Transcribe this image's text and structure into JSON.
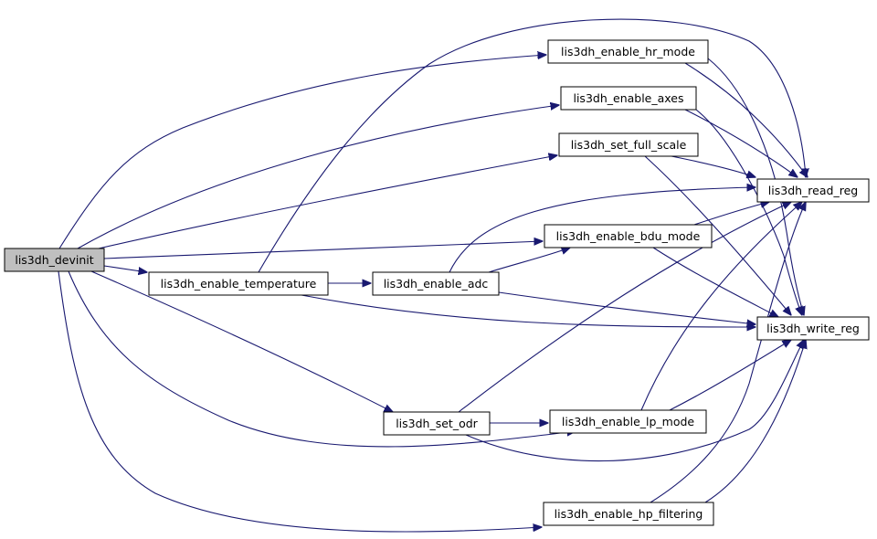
{
  "graph": {
    "nodes": {
      "devinit": "lis3dh_devinit",
      "enable_temperature": "lis3dh_enable_temperature",
      "enable_adc": "lis3dh_enable_adc",
      "enable_hr_mode": "lis3dh_enable_hr_mode",
      "enable_axes": "lis3dh_enable_axes",
      "set_full_scale": "lis3dh_set_full_scale",
      "enable_bdu_mode": "lis3dh_enable_bdu_mode",
      "read_reg": "lis3dh_read_reg",
      "write_reg": "lis3dh_write_reg",
      "set_odr": "lis3dh_set_odr",
      "enable_lp_mode": "lis3dh_enable_lp_mode",
      "enable_hp_filtering": "lis3dh_enable_hp_filtering"
    },
    "edges": [
      [
        "devinit",
        "enable_hr_mode"
      ],
      [
        "devinit",
        "enable_axes"
      ],
      [
        "devinit",
        "set_full_scale"
      ],
      [
        "devinit",
        "enable_bdu_mode"
      ],
      [
        "devinit",
        "enable_temperature"
      ],
      [
        "devinit",
        "set_odr"
      ],
      [
        "devinit",
        "enable_lp_mode"
      ],
      [
        "devinit",
        "enable_hp_filtering"
      ],
      [
        "enable_temperature",
        "enable_adc"
      ],
      [
        "enable_temperature",
        "read_reg"
      ],
      [
        "enable_temperature",
        "write_reg"
      ],
      [
        "enable_adc",
        "enable_bdu_mode"
      ],
      [
        "enable_adc",
        "read_reg"
      ],
      [
        "enable_adc",
        "write_reg"
      ],
      [
        "enable_hr_mode",
        "read_reg"
      ],
      [
        "enable_hr_mode",
        "write_reg"
      ],
      [
        "enable_axes",
        "read_reg"
      ],
      [
        "enable_axes",
        "write_reg"
      ],
      [
        "set_full_scale",
        "read_reg"
      ],
      [
        "set_full_scale",
        "write_reg"
      ],
      [
        "enable_bdu_mode",
        "read_reg"
      ],
      [
        "enable_bdu_mode",
        "write_reg"
      ],
      [
        "set_odr",
        "enable_lp_mode"
      ],
      [
        "set_odr",
        "read_reg"
      ],
      [
        "set_odr",
        "write_reg"
      ],
      [
        "enable_lp_mode",
        "read_reg"
      ],
      [
        "enable_lp_mode",
        "write_reg"
      ],
      [
        "enable_hp_filtering",
        "read_reg"
      ],
      [
        "enable_hp_filtering",
        "write_reg"
      ]
    ],
    "colors": {
      "edge": "#191970",
      "node_border": "#000000",
      "node_fill": "#ffffff",
      "root_fill": "#bfbfbf"
    }
  }
}
